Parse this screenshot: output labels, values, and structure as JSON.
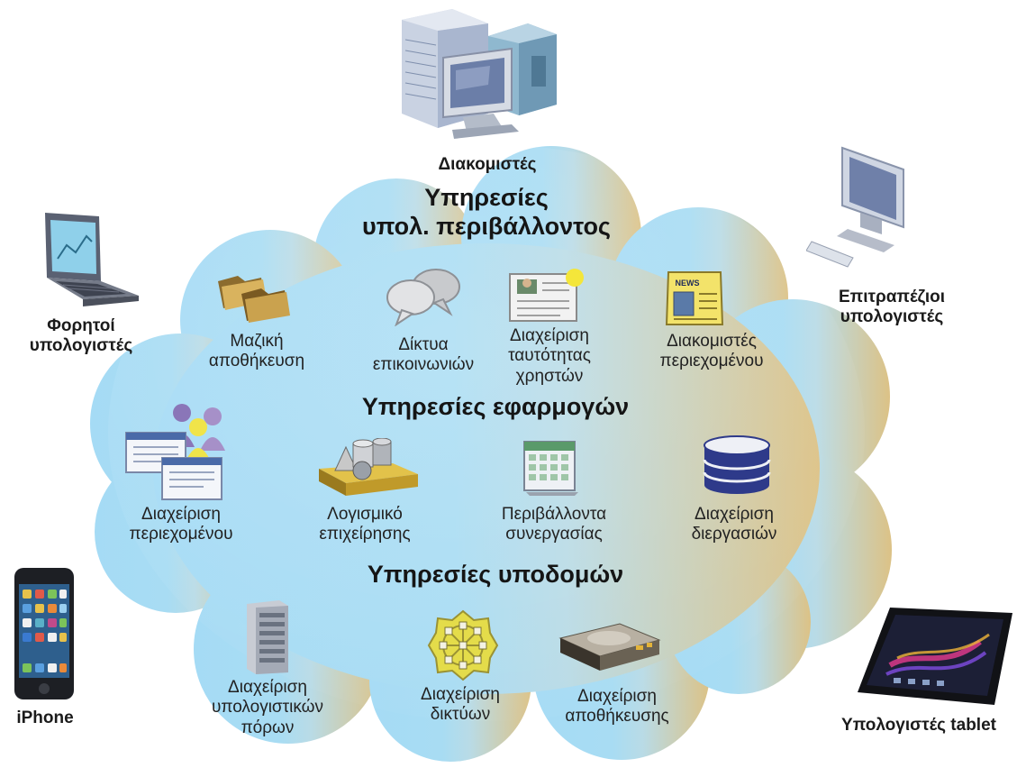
{
  "devices": {
    "servers": "Διακομιστές",
    "laptops": [
      "Φορητοί",
      "υπολογιστές"
    ],
    "desktops": [
      "Επιτραπέζιοι",
      "υπολογιστές"
    ],
    "iphone": "iPhone",
    "tablet": "Υπολογιστές tablet"
  },
  "sections": {
    "environment": [
      "Υπηρεσίες",
      "υπολ. περιβάλλοντος"
    ],
    "applications": "Υπηρεσίες εφαρμογών",
    "infrastructure": "Υπηρεσίες υποδομών"
  },
  "environment_items": [
    {
      "icon": "folders-icon",
      "lines": [
        "Μαζική",
        "αποθήκευση"
      ]
    },
    {
      "icon": "chat-bubbles-icon",
      "lines": [
        "Δίκτυα",
        "επικοινωνιών"
      ]
    },
    {
      "icon": "id-card-icon",
      "lines": [
        "Διαχείριση",
        "ταυτότητας",
        "χρηστών"
      ]
    },
    {
      "icon": "newspaper-icon",
      "icon_text": "NEWS",
      "lines": [
        "Διακομιστές",
        "περιεχομένου"
      ]
    }
  ],
  "application_items": [
    {
      "icon": "users-documents-icon",
      "lines": [
        "Διαχείριση",
        "περιεχομένου"
      ]
    },
    {
      "icon": "shapes-tray-icon",
      "lines": [
        "Λογισμικό",
        "επιχείρησης"
      ]
    },
    {
      "icon": "calendar-icon",
      "lines": [
        "Περιβάλλοντα",
        "συνεργασίας"
      ]
    },
    {
      "icon": "database-icon",
      "lines": [
        "Διαχείριση",
        "διεργασιών"
      ]
    }
  ],
  "infrastructure_items": [
    {
      "icon": "server-tower-icon",
      "lines": [
        "Διαχείριση",
        "υπολογιστικών",
        "πόρων"
      ]
    },
    {
      "icon": "network-icon",
      "lines": [
        "Διαχείριση",
        "δικτύων"
      ]
    },
    {
      "icon": "hard-drive-icon",
      "lines": [
        "Διαχείριση",
        "αποθήκευσης"
      ]
    }
  ],
  "colors": {
    "cloud_left": "#9fd8f4",
    "cloud_middle": "#a6dbf2",
    "cloud_right": "#dcc48b",
    "cloud_outline": "#ffffff"
  }
}
